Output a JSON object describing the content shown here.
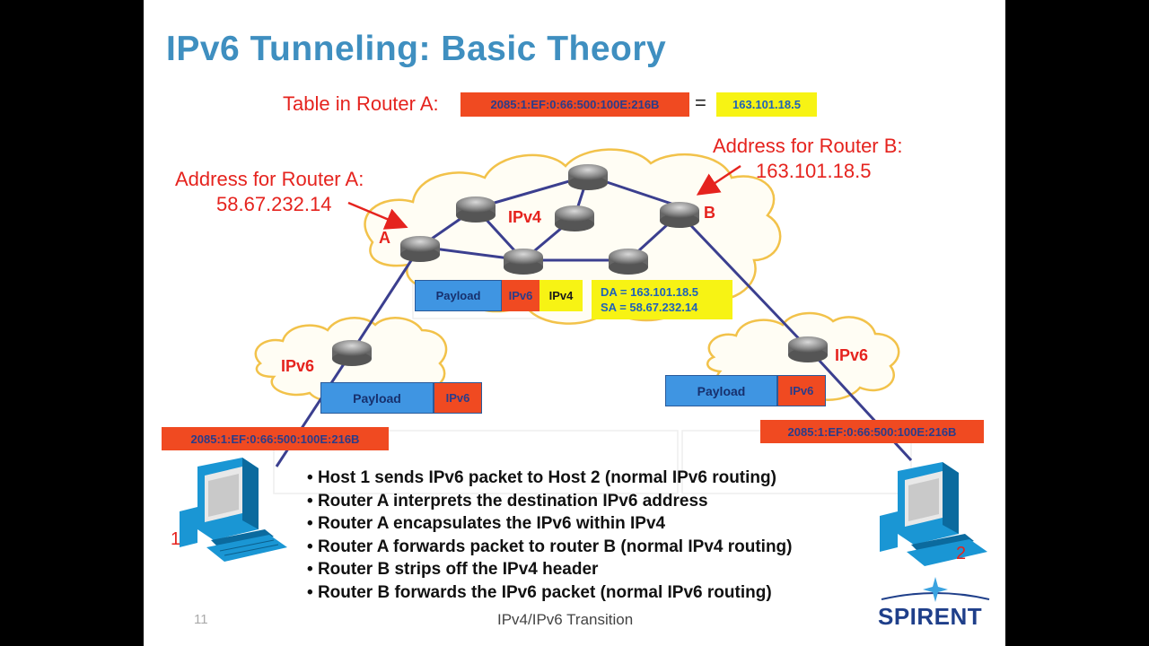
{
  "slide": {
    "title": "IPv6 Tunneling: Basic Theory",
    "table_label": "Table in Router A:",
    "table_ipv6": "2085:1:EF:0:66:500:100E:216B",
    "table_eq": "=",
    "table_ipv4": "163.101.18.5",
    "router_a_addr_label": "Address for Router A:",
    "router_a_addr": "58.67.232.14",
    "router_b_addr_label": "Address for Router B:",
    "router_b_addr": "163.101.18.5",
    "router_a_letter": "A",
    "router_b_letter": "B",
    "ipv4_cloud_label": "IPv4",
    "ipv6_left_label": "IPv6",
    "ipv6_right_label": "IPv6",
    "tunnel_packet": {
      "payload": "Payload",
      "ipv6": "IPv6",
      "ipv4": "IPv4"
    },
    "da_sa": {
      "da": "DA = 163.101.18.5",
      "sa": "SA = 58.67.232.14"
    },
    "left_packet": {
      "payload": "Payload",
      "ipv6": "IPv6"
    },
    "right_packet": {
      "payload": "Payload",
      "ipv6": "IPv6"
    },
    "host1_addr": "2085:1:EF:0:66:500:100E:216B",
    "host2_addr": "2085:1:EF:0:66:500:100E:216B",
    "host1_num": "1",
    "host2_num": "2",
    "bullets": [
      "Host 1 sends IPv6 packet to Host 2 (normal IPv6 routing)",
      "Router A interprets the destination IPv6 address",
      "Router A encapsulates the IPv6 within IPv4",
      "Router A forwards packet to router B (normal IPv4 routing)",
      "Router B strips off the IPv4 header",
      "Router B forwards the IPv6 packet (normal IPv6 routing)"
    ],
    "page_number": "11",
    "footer_text": "IPv4/IPv6 Transition",
    "logo_text": "SPIRENT"
  },
  "colors": {
    "title": "#3f8fc0",
    "red_label": "#e5231e",
    "orange_box": "#f04a21",
    "yellow_box": "#f7f314",
    "blue_box": "#3f95e2",
    "link_line": "#3b3f8f",
    "cloud_outline": "#f2c24a"
  }
}
